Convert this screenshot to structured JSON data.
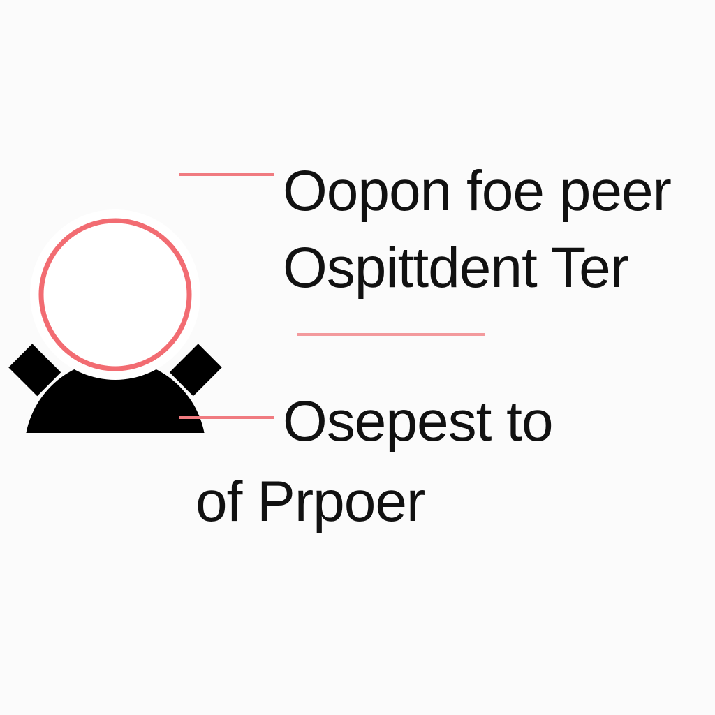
{
  "colors": {
    "background": "#fbfbfb",
    "gear": "#000000",
    "ring_outer": "#ffffff",
    "ring_inner": "#f26c72",
    "connector": "#f07b80",
    "divider": "#f39a9d",
    "text": "#111111"
  },
  "icon": {
    "semantic": "gear-icon"
  },
  "diagram": {
    "lines": [
      "Oopon foe peer",
      "Ospittdent Ter",
      "Osepest to",
      "of Prpoer"
    ]
  }
}
